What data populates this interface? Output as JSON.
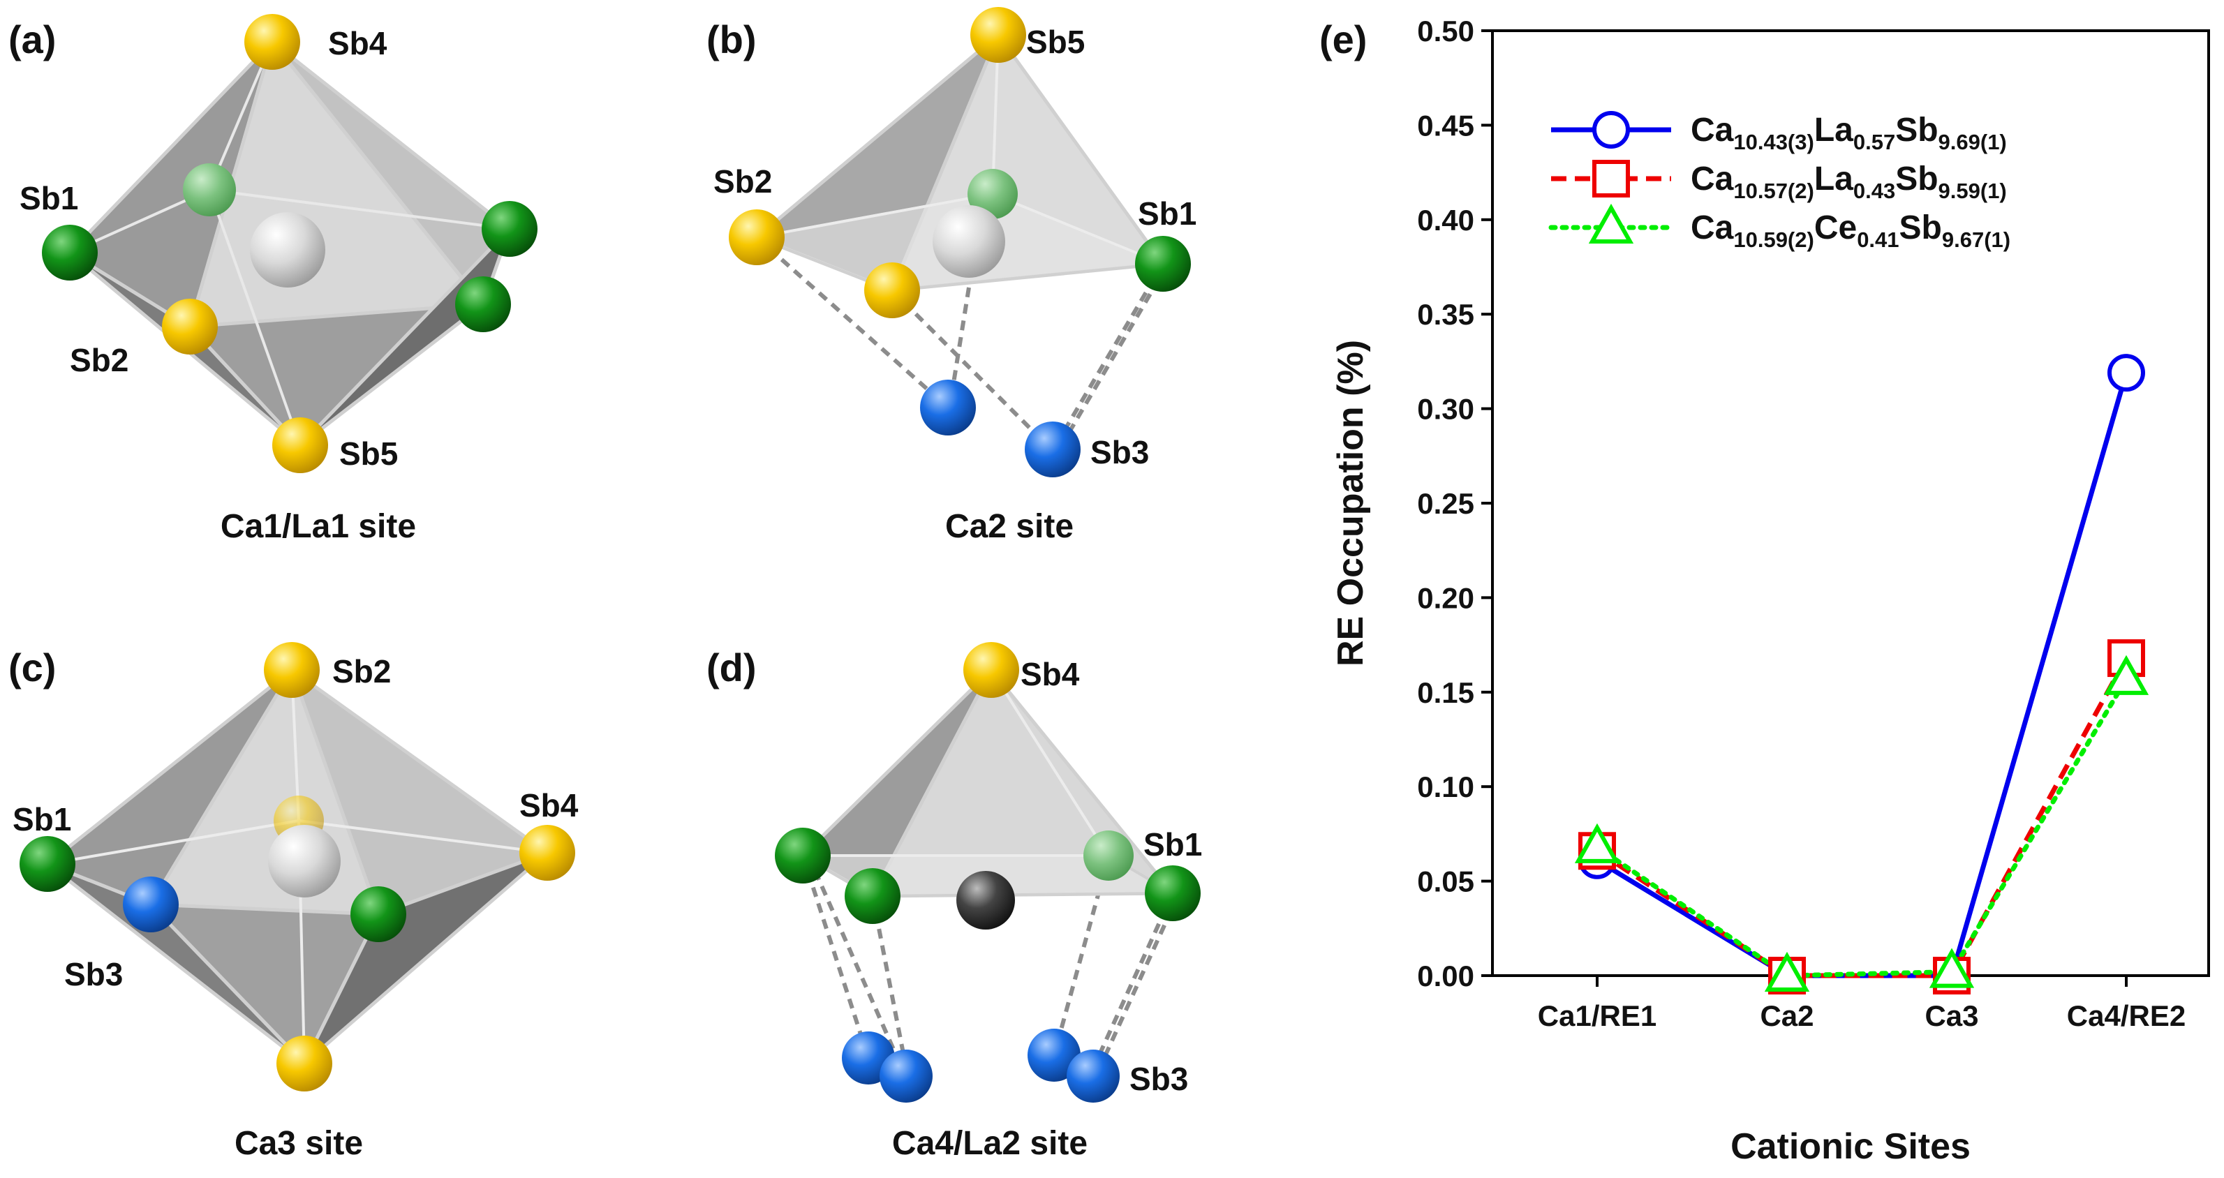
{
  "panels": {
    "a": {
      "tag": "(a)",
      "caption": "Ca1/La1 site",
      "labels": {
        "top": "Sb4",
        "left": "Sb1",
        "front": "Sb2",
        "bottom": "Sb5"
      }
    },
    "b": {
      "tag": "(b)",
      "caption": "Ca2 site",
      "labels": {
        "top": "Sb5",
        "left": "Sb2",
        "right": "Sb1",
        "below": "Sb3"
      }
    },
    "c": {
      "tag": "(c)",
      "caption": "Ca3 site",
      "labels": {
        "top": "Sb2",
        "left": "Sb1",
        "right": "Sb4",
        "front": "Sb3"
      }
    },
    "d": {
      "tag": "(d)",
      "caption": "Ca4/La2 site",
      "labels": {
        "top": "Sb4",
        "right": "Sb1",
        "below": "Sb3"
      }
    },
    "e": {
      "tag": "(e)"
    }
  },
  "colors": {
    "sb_yellow": "#f5c400",
    "sb_green": "#0f7a14",
    "sb_blue": "#1460d8",
    "cation_gray": "#cfcfcf",
    "cation_dark": "#3a3a3a"
  },
  "chart_data": {
    "type": "line",
    "categories": [
      "Ca1/RE1",
      "Ca2",
      "Ca3",
      "Ca4/RE2"
    ],
    "xlabel": "Cationic Sites",
    "ylabel": "RE Occupation (%)",
    "ylim": [
      0,
      0.5
    ],
    "yticks": [
      "0.00",
      "0.05",
      "0.10",
      "0.15",
      "0.20",
      "0.25",
      "0.30",
      "0.35",
      "0.40",
      "0.45",
      "0.50"
    ],
    "legend_position": "top-left",
    "series": [
      {
        "name_parts": [
          {
            "t": "Ca"
          },
          {
            "t": "10.43(3)",
            "sub": true
          },
          {
            "t": "La"
          },
          {
            "t": "0.57",
            "sub": true
          },
          {
            "t": "Sb"
          },
          {
            "t": "9.69(1)",
            "sub": true
          }
        ],
        "values": [
          0.061,
          0.0,
          0.0,
          0.319
        ],
        "color": "#0000ee",
        "marker": "circle",
        "dash": "solid"
      },
      {
        "name_parts": [
          {
            "t": "Ca"
          },
          {
            "t": "10.57(2)",
            "sub": true
          },
          {
            "t": "La"
          },
          {
            "t": "0.43",
            "sub": true
          },
          {
            "t": "Sb"
          },
          {
            "t": "9.59(1)",
            "sub": true
          }
        ],
        "values": [
          0.066,
          0.0,
          0.0,
          0.168
        ],
        "color": "#ee0000",
        "marker": "square",
        "dash": "dashed"
      },
      {
        "name_parts": [
          {
            "t": "Ca"
          },
          {
            "t": "10.59(2)",
            "sub": true
          },
          {
            "t": "Ce"
          },
          {
            "t": "0.41",
            "sub": true
          },
          {
            "t": "Sb"
          },
          {
            "t": "9.67(1)",
            "sub": true
          }
        ],
        "values": [
          0.068,
          0.0,
          0.002,
          0.157
        ],
        "color": "#00ee00",
        "marker": "triangle",
        "dash": "dotted"
      }
    ]
  }
}
